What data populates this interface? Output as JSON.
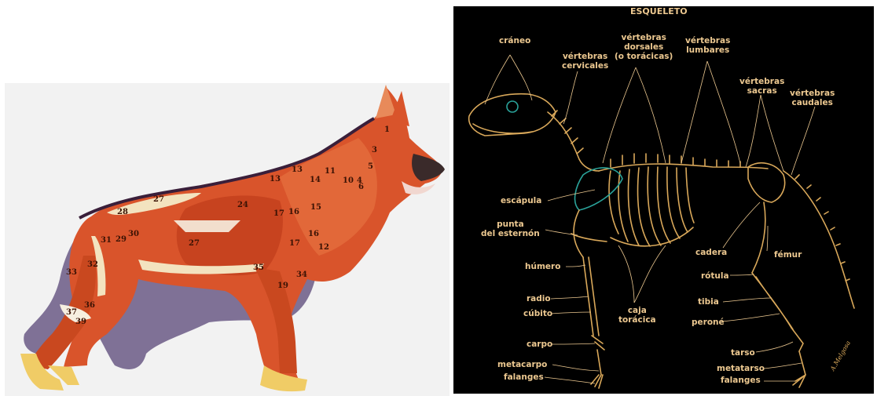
{
  "muscle_diagram": {
    "numbers": {
      "n1": "1",
      "n3": "3",
      "n4": "4",
      "n5": "5",
      "n6": "6",
      "n10": "10",
      "n11": "11",
      "n12": "12",
      "n13a": "13",
      "n13b": "13",
      "n14": "14",
      "n15": "15",
      "n16a": "16",
      "n16b": "16",
      "n17a": "17",
      "n17b": "17",
      "n19": "19",
      "n24": "24",
      "n27a": "27",
      "n27b": "27",
      "n28": "28",
      "n29": "29",
      "n30": "30",
      "n31": "31",
      "n32": "32",
      "n33": "33",
      "n34": "34",
      "n35": "35",
      "n36": "36",
      "n37": "37",
      "n39": "39"
    }
  },
  "skeleton_diagram": {
    "title": "ESQUELETO",
    "labels": {
      "craneo": "cráneo",
      "vert_cervicales": [
        "vértebras",
        "cervicales"
      ],
      "vert_dorsales": [
        "vértebras",
        "dorsales",
        "(o torácicas)"
      ],
      "vert_lumbares": [
        "vértebras",
        "lumbares"
      ],
      "vert_sacras": [
        "vértebras",
        "sacras"
      ],
      "vert_caudales": [
        "vértebras",
        "caudales"
      ],
      "escapula": "escápula",
      "punta_esternon": [
        "punta",
        "del esternón"
      ],
      "humero": "húmero",
      "radio": "radio",
      "cubito": "cúbito",
      "carpo": "carpo",
      "metacarpo": "metacarpo",
      "falanges_front": "falanges",
      "caja_toracica": [
        "caja",
        "torácica"
      ],
      "cadera": "cadera",
      "femur": "fémur",
      "rotula": "rótula",
      "tibia": "tibia",
      "perone": "peroné",
      "tarso": "tarso",
      "metatarso": "metatarso",
      "falanges_back": "falanges"
    },
    "signature": "A.Melgosa"
  },
  "colors": {
    "label": "#ecc890",
    "bone_line": "#d9a85a",
    "bone_accent": "#2aa39a",
    "muscle": "#d9542b",
    "tendon": "#f3d68c",
    "shadow": "#6b5a86"
  }
}
